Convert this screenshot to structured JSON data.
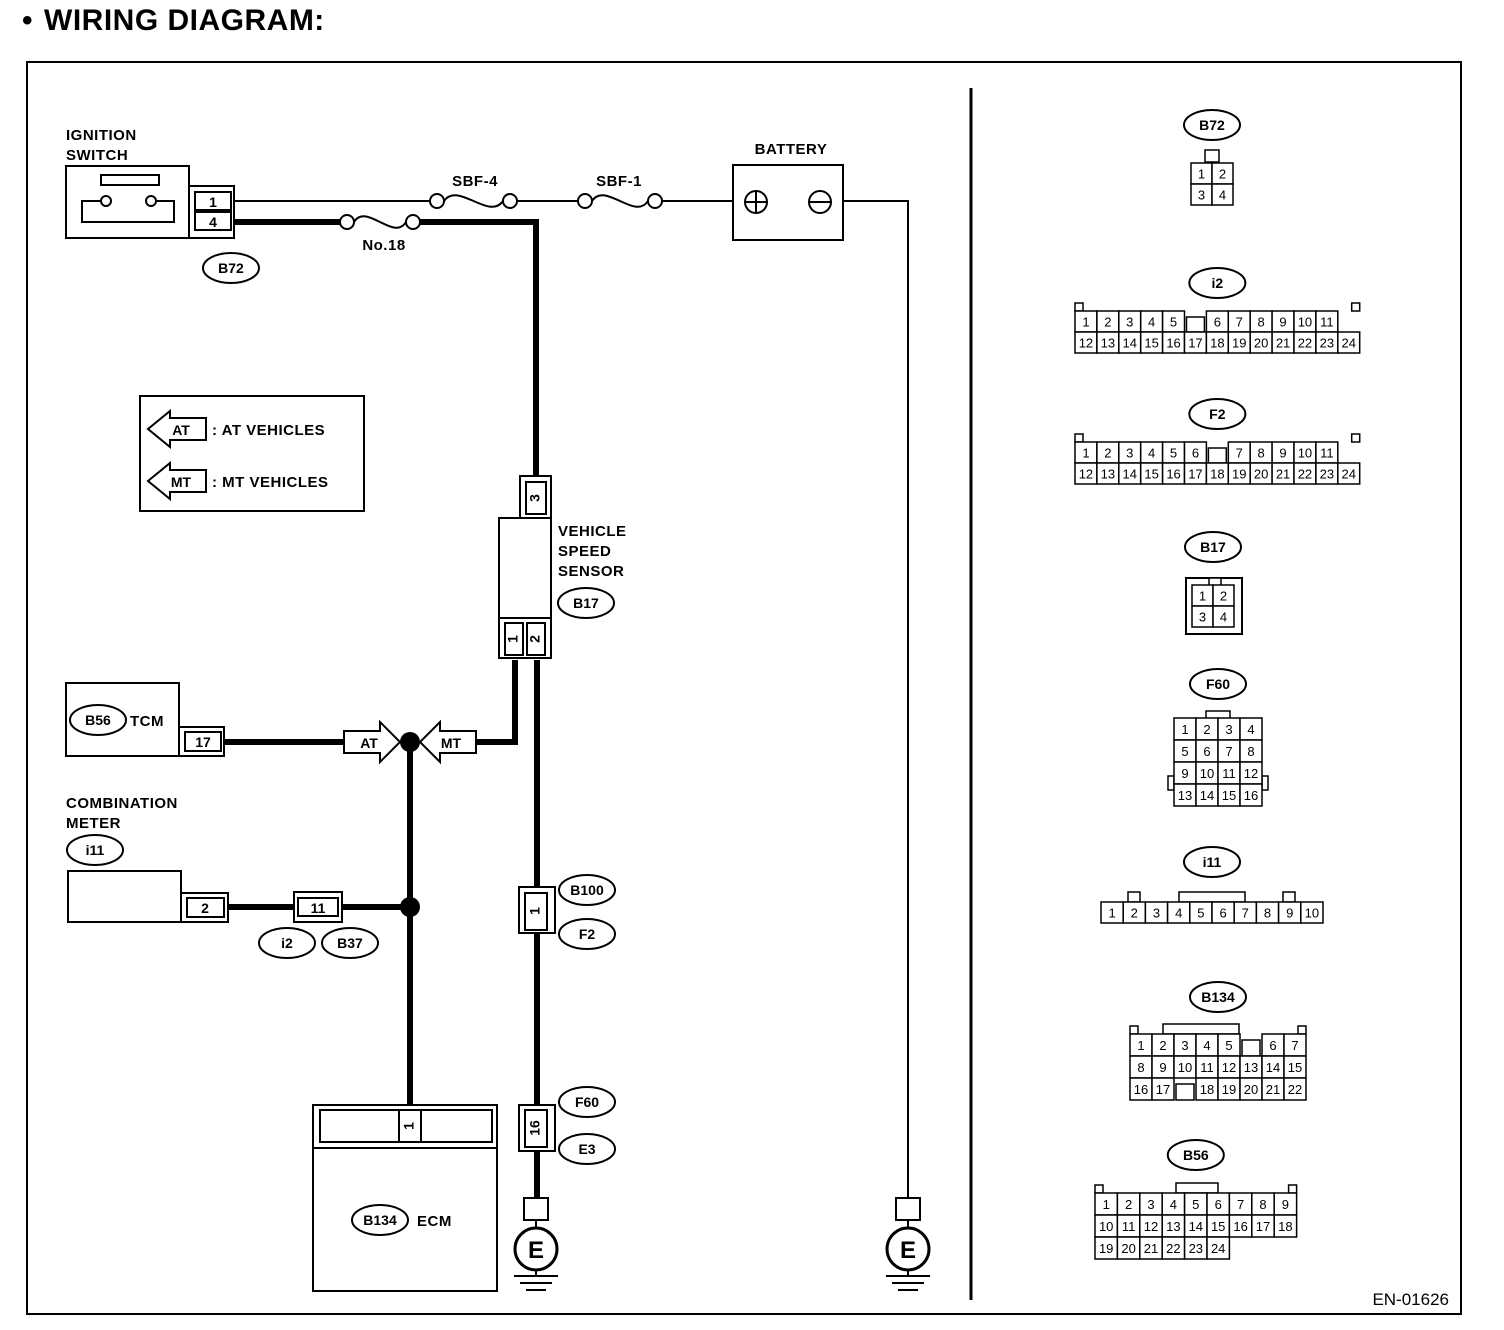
{
  "title": "WIRING DIAGRAM:",
  "doc_code": "EN-01626",
  "legend": {
    "at_tag": "AT",
    "at_text": ": AT VEHICLES",
    "mt_tag": "MT",
    "mt_text": ": MT VEHICLES"
  },
  "components": {
    "ignition_switch": {
      "line1": "IGNITION",
      "line2": "SWITCH",
      "connector": "B72",
      "pins": [
        "1",
        "4"
      ]
    },
    "battery": {
      "label": "BATTERY"
    },
    "fuses": {
      "sbf4": "SBF-4",
      "sbf1": "SBF-1",
      "no18": "No.18"
    },
    "vehicle_speed_sensor": {
      "line1": "VEHICLE",
      "line2": "SPEED",
      "line3": "SENSOR",
      "connector": "B17",
      "top_pin": "3",
      "bottom_pins": [
        "1",
        "2"
      ]
    },
    "tcm": {
      "connector": "B56",
      "label": "TCM",
      "pin": "17"
    },
    "combination_meter": {
      "line1": "COMBINATION",
      "line2": "METER",
      "connector": "i11",
      "pin": "2"
    },
    "junction_i2_b37": {
      "pin": "11",
      "connectors": [
        "i2",
        "B37"
      ]
    },
    "junction_b100_f2": {
      "pin": "1",
      "connectors": [
        "B100",
        "F2"
      ]
    },
    "junction_f60_e3": {
      "pin": "16",
      "connectors": [
        "F60",
        "E3"
      ]
    },
    "ecm": {
      "connector": "B134",
      "label": "ECM",
      "pin": "1"
    },
    "ground": {
      "label": "E"
    },
    "arrow_at": "AT",
    "arrow_mt": "MT"
  },
  "connector_views": [
    {
      "name": "B72",
      "rows": [
        [
          "1",
          "2"
        ],
        [
          "3",
          "4"
        ]
      ]
    },
    {
      "name": "i2",
      "rows": [
        [
          "1",
          "2",
          "3",
          "4",
          "5",
          "",
          "6",
          "7",
          "8",
          "9",
          "10",
          "11"
        ],
        [
          "12",
          "13",
          "14",
          "15",
          "16",
          "17",
          "18",
          "19",
          "20",
          "21",
          "22",
          "23",
          "24"
        ]
      ]
    },
    {
      "name": "F2",
      "rows": [
        [
          "1",
          "2",
          "3",
          "4",
          "5",
          "6",
          "",
          "7",
          "8",
          "9",
          "10",
          "11"
        ],
        [
          "12",
          "13",
          "14",
          "15",
          "16",
          "17",
          "18",
          "19",
          "20",
          "21",
          "22",
          "23",
          "24"
        ]
      ]
    },
    {
      "name": "B17",
      "rows": [
        [
          "1",
          "2"
        ],
        [
          "3",
          "4"
        ]
      ]
    },
    {
      "name": "F60",
      "rows": [
        [
          "1",
          "2",
          "3",
          "4"
        ],
        [
          "5",
          "6",
          "7",
          "8"
        ],
        [
          "9",
          "10",
          "11",
          "12"
        ],
        [
          "13",
          "14",
          "15",
          "16"
        ]
      ]
    },
    {
      "name": "i11",
      "rows": [
        [
          "1",
          "2",
          "3",
          "4",
          "5",
          "6",
          "7",
          "8",
          "9",
          "10"
        ]
      ]
    },
    {
      "name": "B134",
      "rows": [
        [
          "1",
          "2",
          "3",
          "4",
          "5",
          "",
          "6",
          "7"
        ],
        [
          "8",
          "9",
          "10",
          "11",
          "12",
          "13",
          "14",
          "15"
        ],
        [
          "16",
          "17",
          "",
          "18",
          "19",
          "20",
          "21",
          "22"
        ]
      ]
    },
    {
      "name": "B56",
      "rows": [
        [
          "1",
          "2",
          "3",
          "4",
          "5",
          "6",
          "7",
          "8",
          "9"
        ],
        [
          "10",
          "11",
          "12",
          "13",
          "14",
          "15",
          "16",
          "17",
          "18"
        ],
        [
          "19",
          "20",
          "21",
          "22",
          "23",
          "24"
        ]
      ]
    }
  ]
}
